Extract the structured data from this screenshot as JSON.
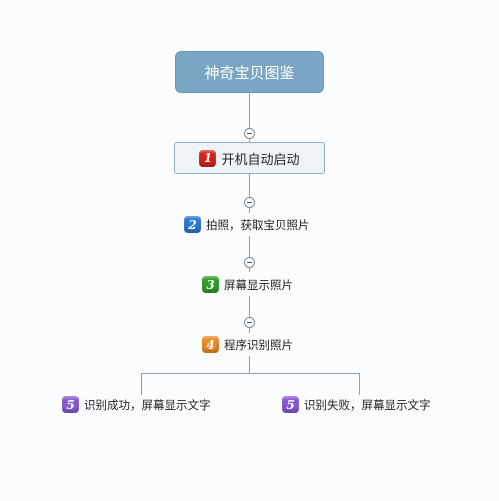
{
  "root": {
    "title": "神奇宝贝图鉴"
  },
  "steps": [
    {
      "number": "1",
      "label": "开机自动启动",
      "color": "#d9211b"
    },
    {
      "number": "2",
      "label": "拍照，获取宝贝照片",
      "color": "#2a79d6"
    },
    {
      "number": "3",
      "label": "屏幕显示照片",
      "color": "#2f9e2a"
    },
    {
      "number": "4",
      "label": "程序识别照片",
      "color": "#f08a25"
    }
  ],
  "outcomes": [
    {
      "number": "5",
      "label": "识别成功，屏幕显示文字",
      "color": "#8a5ad8"
    },
    {
      "number": "5",
      "label": "识别失败，屏幕显示文字",
      "color": "#8a5ad8"
    }
  ],
  "colors": {
    "root_fill": "#7aa6c4",
    "connector": "#7fa3bd",
    "step1_box_fill": "#eef3f8"
  }
}
